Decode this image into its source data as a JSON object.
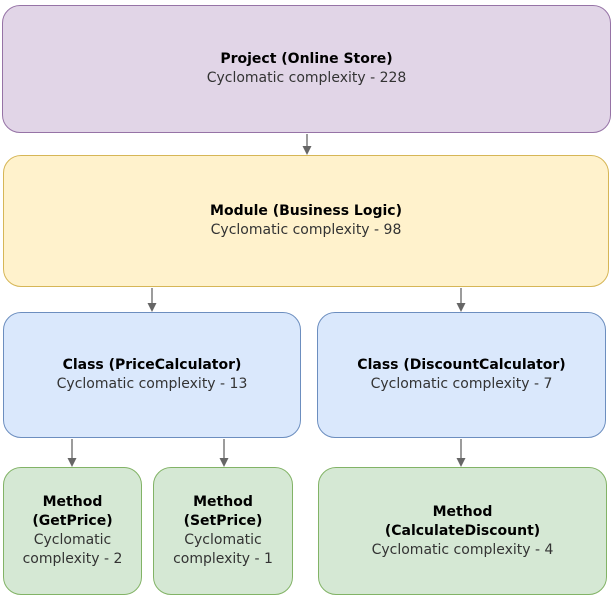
{
  "diagram_type": "hierarchy-flowchart",
  "topic": "Cyclomatic complexity breakdown",
  "nodes": {
    "project": {
      "level": "Project",
      "title": "Project (Online Store)",
      "subtitle": "Cyclomatic complexity - 228",
      "complexity": 228
    },
    "module": {
      "level": "Module",
      "title": "Module (Business Logic)",
      "subtitle": "Cyclomatic complexity - 98",
      "complexity": 98
    },
    "class_price": {
      "level": "Class",
      "title": "Class (PriceCalculator)",
      "subtitle": "Cyclomatic complexity - 13",
      "complexity": 13
    },
    "class_discount": {
      "level": "Class",
      "title": "Class (DiscountCalculator)",
      "subtitle": "Cyclomatic complexity - 7",
      "complexity": 7
    },
    "method_get_price": {
      "level": "Method",
      "title": [
        "Method",
        "(GetPrice)"
      ],
      "subtitle": [
        "Cyclomatic",
        "complexity - 2"
      ],
      "complexity": 2
    },
    "method_set_price": {
      "level": "Method",
      "title": [
        "Method",
        "(SetPrice)"
      ],
      "subtitle": [
        "Cyclomatic",
        "complexity - 1"
      ],
      "complexity": 1
    },
    "method_calculate_discount": {
      "level": "Method",
      "title": [
        "Method",
        "(CalculateDiscount)"
      ],
      "subtitle": "Cyclomatic complexity - 4",
      "complexity": 4
    }
  },
  "edges": [
    {
      "from": "project",
      "to": "module"
    },
    {
      "from": "module",
      "to": "class_price"
    },
    {
      "from": "module",
      "to": "class_discount"
    },
    {
      "from": "class_price",
      "to": "method_get_price"
    },
    {
      "from": "class_price",
      "to": "method_set_price"
    },
    {
      "from": "class_discount",
      "to": "method_calculate_discount"
    }
  ],
  "colors": {
    "project_fill": "#E1D5E7",
    "project_border": "#9673A6",
    "module_fill": "#FFF2CC",
    "module_border": "#D6B656",
    "class_fill": "#DAE8FC",
    "class_border": "#6C8EBF",
    "method_fill": "#D5E8D4",
    "method_border": "#82B366",
    "arrow": "#666666",
    "title_text": "#000000",
    "subtitle_text": "#333333",
    "background": "#FFFFFF"
  }
}
